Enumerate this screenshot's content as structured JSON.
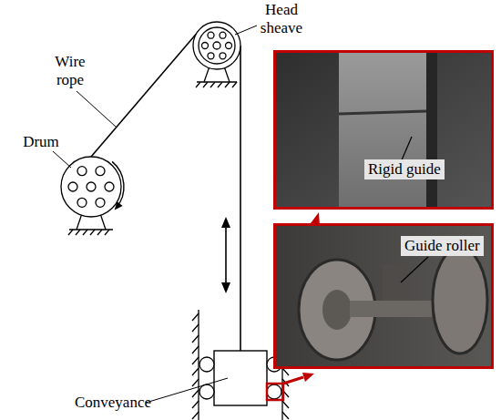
{
  "diagram": {
    "nodes": [
      {
        "text": [
          "Rigid guide"
        ]
      },
      {
        "text": [
          "Guide roller"
        ]
      }
    ],
    "labels": [
      "Head sheave",
      "Wire rope",
      "Drum",
      "Conveyance"
    ]
  }
}
